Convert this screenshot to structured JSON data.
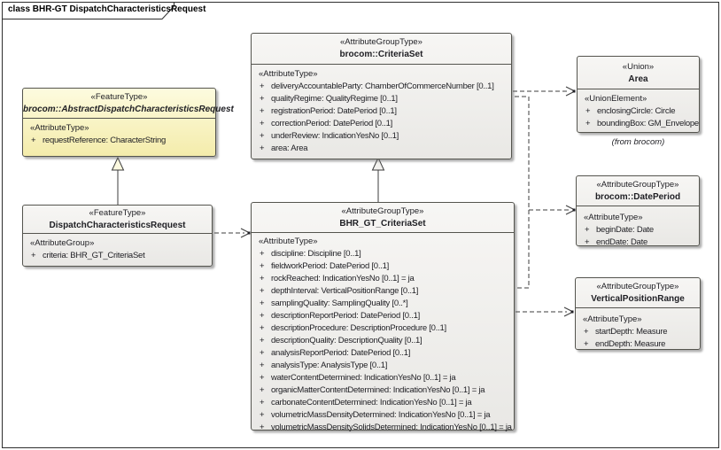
{
  "frame": {
    "title": "class BHR-GT DispatchCharacteristicsRequest"
  },
  "labels": {
    "from_brocom": "(from brocom)"
  },
  "colors": {
    "class_fill_top": "#f7f6f4",
    "class_fill_bottom": "#e9e8e5",
    "abstract_fill_top": "#fdfbdf",
    "abstract_fill_bottom": "#f4ecab",
    "border": "#54544e",
    "connector": "#3c3c3c",
    "text": "#1e1e23"
  },
  "classes": {
    "abstract": {
      "stereotype": "«FeatureType»",
      "name": "brocom::AbstractDispatchCharacteristicsRequest",
      "section": "«AttributeType»",
      "attrs": [
        {
          "vis": "+",
          "text": "requestReference: CharacterString"
        }
      ]
    },
    "dispatch": {
      "stereotype": "«FeatureType»",
      "name": "DispatchCharacteristicsRequest",
      "section": "«AttributeGroup»",
      "attrs": [
        {
          "vis": "+",
          "text": "criteria: BHR_GT_CriteriaSet"
        }
      ]
    },
    "criteriaset": {
      "stereotype": "«AttributeGroupType»",
      "name": "brocom::CriteriaSet",
      "section": "«AttributeType»",
      "attrs": [
        {
          "vis": "+",
          "text": "deliveryAccountableParty: ChamberOfCommerceNumber [0..1]"
        },
        {
          "vis": "+",
          "text": "qualityRegime: QualityRegime [0..1]"
        },
        {
          "vis": "+",
          "text": "registrationPeriod: DatePeriod [0..1]"
        },
        {
          "vis": "+",
          "text": "correctionPeriod: DatePeriod [0..1]"
        },
        {
          "vis": "+",
          "text": "underReview: IndicationYesNo [0..1]"
        },
        {
          "vis": "+",
          "text": "area: Area"
        }
      ]
    },
    "bhr": {
      "stereotype": "«AttributeGroupType»",
      "name": "BHR_GT_CriteriaSet",
      "section": "«AttributeType»",
      "attrs": [
        {
          "vis": "+",
          "text": "discipline: Discipline [0..1]"
        },
        {
          "vis": "+",
          "text": "fieldworkPeriod: DatePeriod [0..1]"
        },
        {
          "vis": "+",
          "text": "rockReached: IndicationYesNo [0..1] = ja"
        },
        {
          "vis": "+",
          "text": "depthInterval: VerticalPositionRange [0..1]"
        },
        {
          "vis": "+",
          "text": "samplingQuality: SamplingQuality [0..*]"
        },
        {
          "vis": "+",
          "text": "descriptionReportPeriod: DatePeriod [0..1]"
        },
        {
          "vis": "+",
          "text": "descriptionProcedure: DescriptionProcedure [0..1]"
        },
        {
          "vis": "+",
          "text": "descriptionQuality: DescriptionQuality [0..1]"
        },
        {
          "vis": "+",
          "text": "analysisReportPeriod: DatePeriod [0..1]"
        },
        {
          "vis": "+",
          "text": "analysisType: AnalysisType [0..1]"
        },
        {
          "vis": "+",
          "text": "waterContentDetermined: IndicationYesNo [0..1] = ja"
        },
        {
          "vis": "+",
          "text": "organicMatterContentDetermined: IndicationYesNo [0..1] = ja"
        },
        {
          "vis": "+",
          "text": "carbonateContentDetermined: IndicationYesNo [0..1] = ja"
        },
        {
          "vis": "+",
          "text": "volumetricMassDensityDetermined: IndicationYesNo [0..1] = ja"
        },
        {
          "vis": "+",
          "text": "volumetricMassDensitySolidsDetermined: IndicationYesNo [0..1] = ja"
        }
      ]
    },
    "area": {
      "stereotype": "«Union»",
      "name": "Area",
      "section": "«UnionElement»",
      "attrs": [
        {
          "vis": "+",
          "text": "enclosingCircle: Circle"
        },
        {
          "vis": "+",
          "text": "boundingBox: GM_Envelope"
        }
      ]
    },
    "dateperiod": {
      "stereotype": "«AttributeGroupType»",
      "name": "brocom::DatePeriod",
      "section": "«AttributeType»",
      "attrs": [
        {
          "vis": "+",
          "text": "beginDate: Date"
        },
        {
          "vis": "+",
          "text": "endDate: Date"
        }
      ]
    },
    "vpr": {
      "stereotype": "«AttributeGroupType»",
      "name": "VerticalPositionRange",
      "section": "«AttributeType»",
      "attrs": [
        {
          "vis": "+",
          "text": "startDepth: Measure"
        },
        {
          "vis": "+",
          "text": "endDepth: Measure"
        }
      ]
    }
  }
}
